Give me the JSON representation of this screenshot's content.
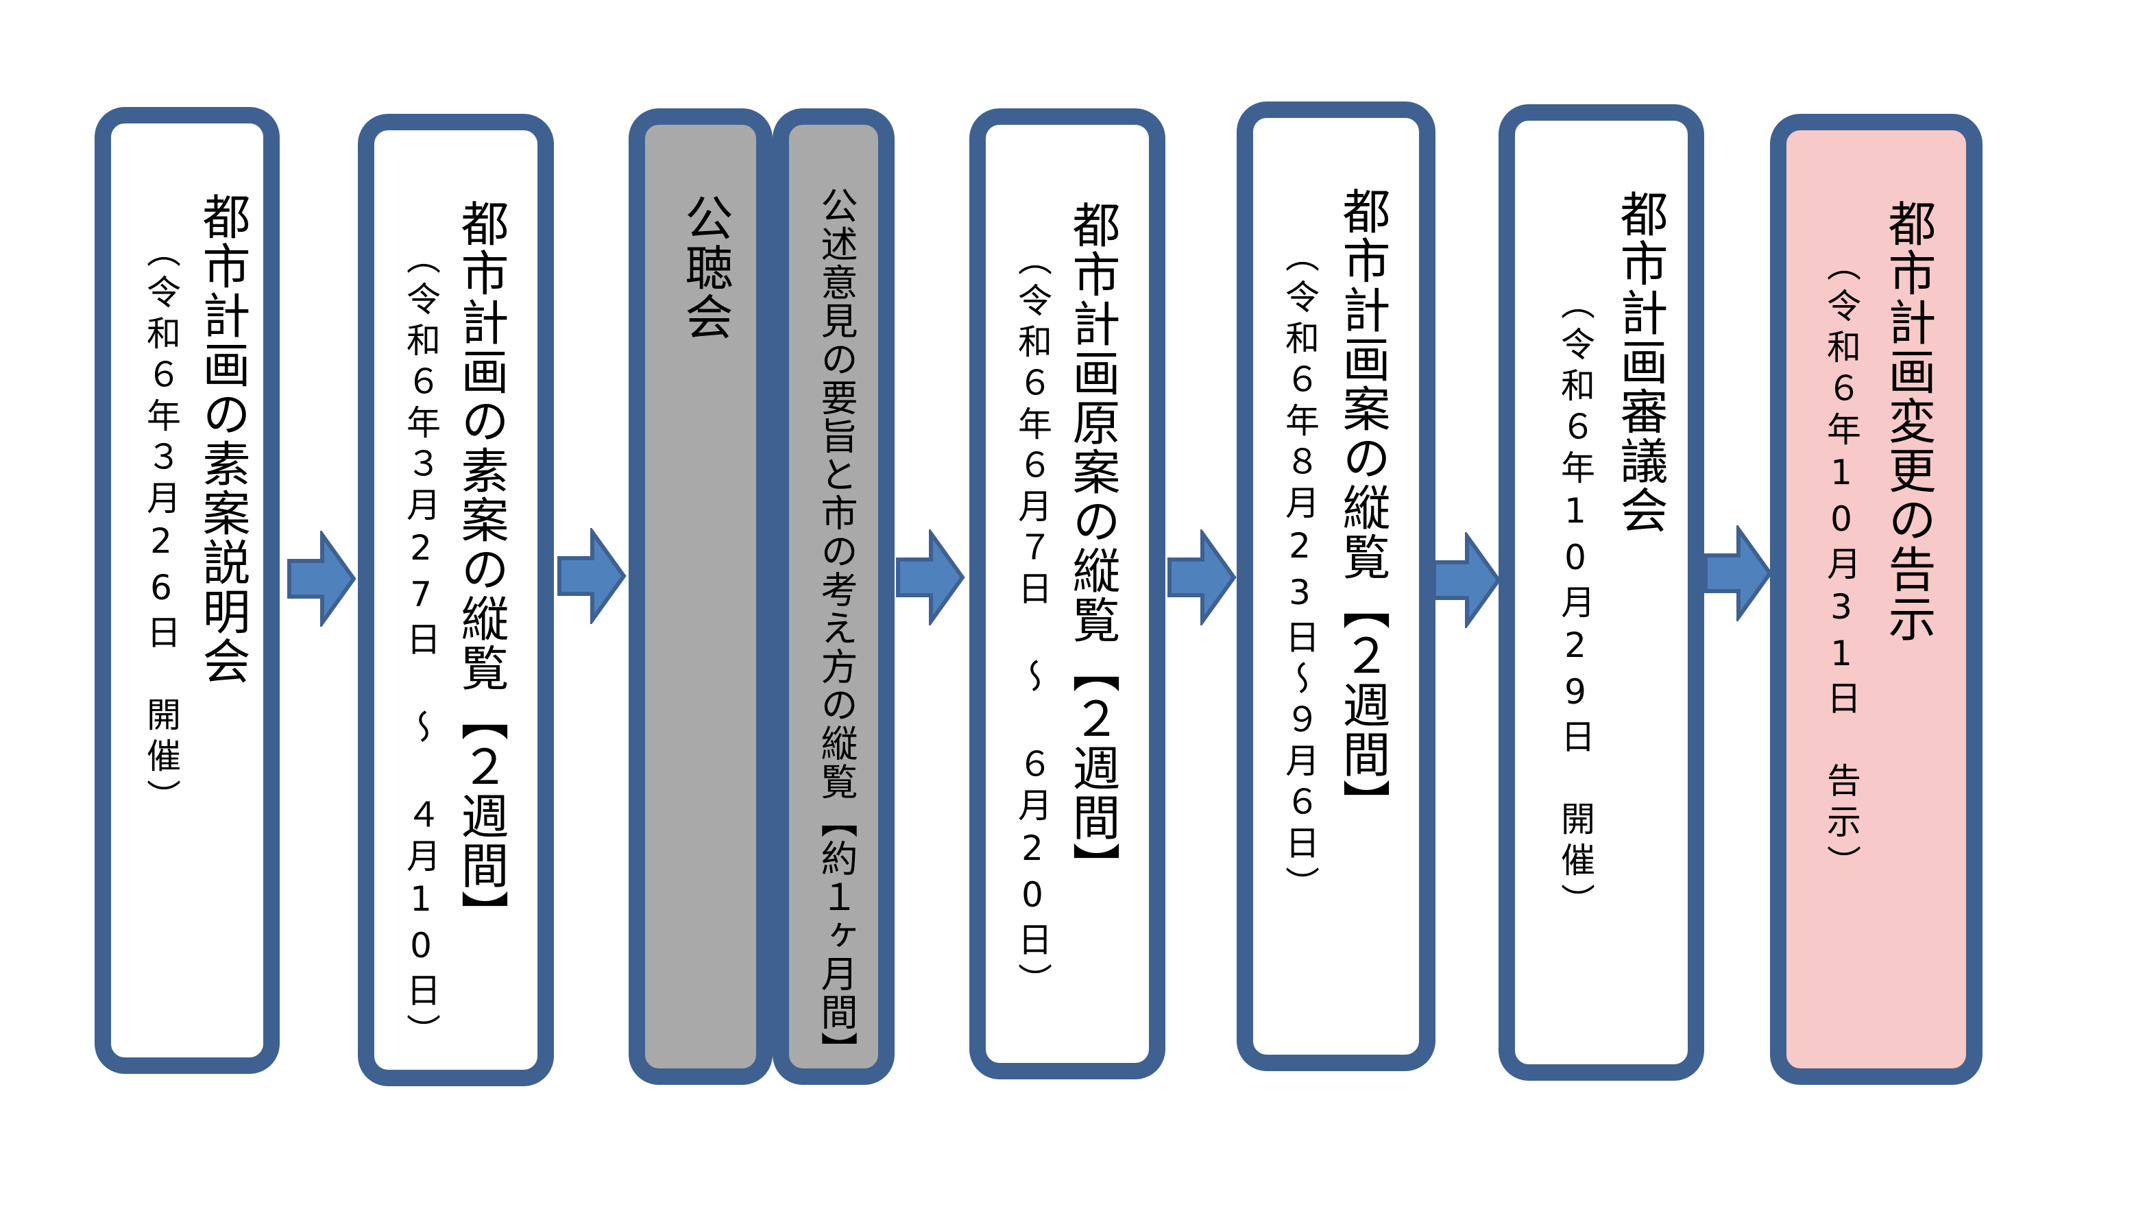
{
  "colors": {
    "border": "#3f6191",
    "arrow_fill": "#4f81bd",
    "arrow_stroke": "#3f6191",
    "gray_box": "#a9a9a9",
    "pink_box": "#f8c9c9",
    "white_box": "#ffffff"
  },
  "steps": [
    {
      "title": "都市計画の素案説明会",
      "detail": "（令和６年３月26日　開催）"
    },
    {
      "title": "都市計画の素案の縦覧",
      "title_note": "【２週間】",
      "detail": "（令和６年３月27日 ～ ４月10日）"
    },
    {
      "title": "公聴会"
    },
    {
      "title": "公述意見の要旨と市の考え方の縦覧",
      "title_note": "【約１ヶ月間】"
    },
    {
      "title": "都市計画原案の縦覧",
      "title_note": "【２週間】",
      "detail": "（令和６年６月７日 ～ ６月20日）"
    },
    {
      "title": "都市計画案の縦覧",
      "title_note": "【２週間】",
      "detail": "（令和６年８月23日～９月６日）"
    },
    {
      "title": "都市計画審議会",
      "detail": "（令和６年10月29日　開催）"
    },
    {
      "title": "都市計画変更の告示",
      "detail": "（令和６年10月31日　告示）"
    }
  ],
  "arrows": [
    {
      "from": "step-1",
      "to": "step-2",
      "icon": "right-arrow-icon"
    },
    {
      "from": "step-2",
      "to": "step-3",
      "icon": "right-arrow-icon"
    },
    {
      "from": "step-4",
      "to": "step-5",
      "icon": "right-arrow-icon"
    },
    {
      "from": "step-5",
      "to": "step-6",
      "icon": "right-arrow-icon"
    },
    {
      "from": "step-6",
      "to": "step-7",
      "icon": "right-arrow-icon"
    },
    {
      "from": "step-7",
      "to": "step-8",
      "icon": "right-arrow-icon"
    }
  ]
}
